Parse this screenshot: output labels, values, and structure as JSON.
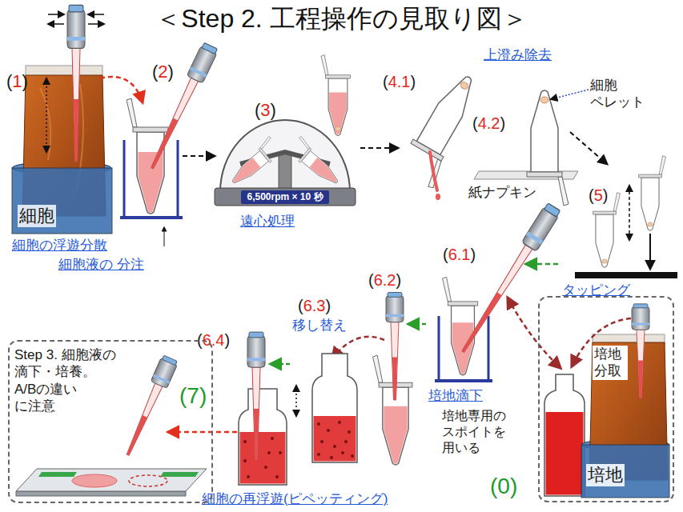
{
  "diagram": {
    "title": "＜Step 2. 工程操作の見取り図＞",
    "nodes": [
      {
        "text": [
          "6,500rpm × 10 秒"
        ]
      },
      {
        "text": [
          "Step 3. 細胞液の 滴下・培養。 A/Bの違い に注意",
          "(7)"
        ]
      },
      {
        "text": [
          "培地 分取",
          "培地"
        ]
      }
    ],
    "labels": [
      "(1)",
      "(2)",
      "(3)",
      "細胞",
      "細胞の浮遊分散",
      "細胞液の 分注",
      "遠心処理",
      "上澄み除去",
      "(4.1)",
      "(4.2)",
      "細胞 ペレット",
      "紙ナプキン",
      "(5)",
      "タッピング",
      "(6.1)",
      "(6.2)",
      "(6.3)",
      "移し替え",
      "(6.4)",
      "培地滴下",
      "培地専用の スポイトを 用いる",
      "細胞の再浮遊(ピペッティング)",
      "(0)"
    ]
  }
}
